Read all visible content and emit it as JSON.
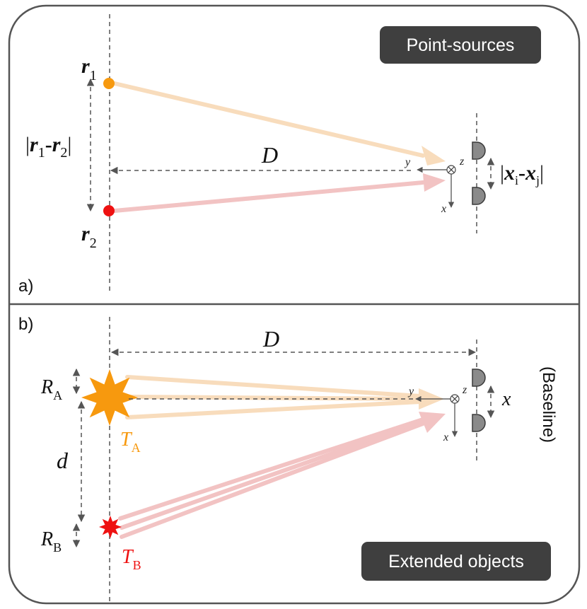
{
  "colors": {
    "source_1": "#f7990e",
    "source_2": "#ee1111",
    "beam_1": "#f8dcbc",
    "beam_2": "#f2c3c3",
    "badge": "#3f3f3f",
    "frame": "#555555"
  },
  "panel_a": {
    "label": "a)",
    "badge": "Point-sources",
    "r1": {
      "main": "r",
      "sub": "1"
    },
    "r2": {
      "main": "r",
      "sub": "2"
    },
    "separation": {
      "bar_l": "|",
      "r": "r",
      "sub1": "1",
      "minus": "-",
      "r2": "r",
      "sub2": "2",
      "bar_r": "|"
    },
    "distance": "D",
    "axes": {
      "x": "x",
      "y": "y",
      "z": "z"
    },
    "detector_separation": {
      "bar_l": "|",
      "x": "x",
      "sub_i": "i",
      "minus": "-",
      "x2": "x",
      "sub_j": "j",
      "bar_r": "|"
    }
  },
  "panel_b": {
    "label": "b)",
    "badge": "Extended objects",
    "distance": "D",
    "radius_a": {
      "main": "R",
      "sub": "A"
    },
    "radius_b": {
      "main": "R",
      "sub": "B"
    },
    "temperature_a": {
      "main": "T",
      "sub": "A"
    },
    "temperature_b": {
      "main": "T",
      "sub": "B"
    },
    "separation": "d",
    "axes": {
      "x": "x",
      "y": "y",
      "z": "z"
    },
    "baseline_var": "x",
    "baseline_label": "(Baseline)"
  }
}
